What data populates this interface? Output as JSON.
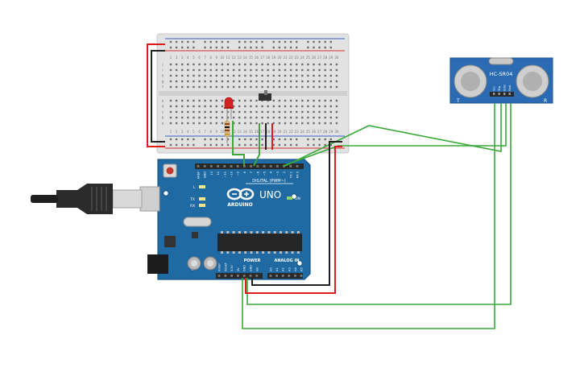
{
  "board": {
    "brand": "ARDUINO",
    "model": "UNO",
    "digital_label": "DIGITAL (PWM~)",
    "power_label": "POWER",
    "analog_label": "ANALOG IN",
    "on_label": "ON",
    "l_label": "L",
    "tx_label": "TX",
    "rx_label": "RX",
    "digital_pins": [
      "AREF",
      "GND",
      "13",
      "12",
      "~11",
      "~10",
      "~9",
      "8",
      "7",
      "~6",
      "~5",
      "4",
      "~3",
      "2",
      "TX 1",
      "RX 0"
    ],
    "power_pins": [
      "IOREF",
      "RESET",
      "3.3V",
      "5V",
      "GND",
      "GND",
      "Vin"
    ],
    "analog_pins": [
      "A0",
      "A1",
      "A2",
      "A3",
      "A4",
      "A5"
    ]
  },
  "sensor": {
    "model": "HC-SR04",
    "left_mark": "T",
    "right_mark": "R",
    "pins": [
      "Vcc",
      "Trig",
      "Echo",
      "Gnd"
    ]
  },
  "breadboard": {
    "row_letters_top": [
      "j",
      "i",
      "h",
      "g",
      "f"
    ],
    "row_letters_bottom": [
      "e",
      "d",
      "c",
      "b",
      "a"
    ],
    "column_numbers": [
      "1",
      "2",
      "3",
      "4",
      "5",
      "6",
      "7",
      "8",
      "9",
      "10",
      "11",
      "12",
      "13",
      "14",
      "15",
      "16",
      "17",
      "18",
      "19",
      "20",
      "21",
      "22",
      "23",
      "24",
      "25",
      "26",
      "27",
      "28",
      "29",
      "30"
    ]
  },
  "colors": {
    "board_blue": "#1f6aa3",
    "sensor_blue": "#2a6bb3",
    "wire_red": "#e01b1b",
    "wire_green": "#3aa93a",
    "wire_black": "#222222",
    "led_red": "#d42020"
  }
}
